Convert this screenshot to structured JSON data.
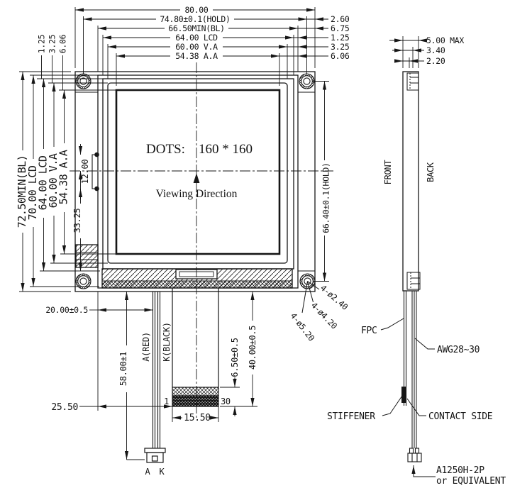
{
  "meta": {
    "colors": {
      "ink": "#161616",
      "paper": "#ffffff"
    }
  },
  "front": {
    "top_dims": [
      "80.00",
      "74.80±0.1(HOLD)",
      "66.50MIN(BL)",
      "64.00 LCD",
      "60.00 V.A",
      "54.38 A.A"
    ],
    "right_stubs": [
      "2.60",
      "6.75",
      "1.25",
      "3.25",
      "6.06"
    ],
    "left_dims": [
      "72.50MIN(BL)",
      "70.00 LCD",
      "64.00 LCD",
      "60.00 V.A",
      "54.38 A.A"
    ],
    "left_stubs": [
      "1.25",
      "3.25",
      "6.06"
    ],
    "tab_pitch": "12.00",
    "center_offset": "33.25",
    "right_dim": "66.40±0.1(HOLD)",
    "hole_callouts": [
      "4-ø2.40",
      "4-ø4.20",
      "4-ø5.20"
    ],
    "dots": "DOTS:  160 * 160",
    "viewing": "Viewing Direction",
    "leads": {
      "offset": "20.00±0.5",
      "length": "58.00±1",
      "left_margin": "25.50",
      "label_a": "A(RED)",
      "label_k": "K(BLACK)",
      "pin_a": "A",
      "pin_k": "K"
    },
    "fpc": {
      "width": "15.50",
      "contact_len": "6.50±0.5",
      "length": "40.00±0.5",
      "pin_first": "1",
      "pin_last": "30"
    }
  },
  "side": {
    "dims": [
      "5.00 MAX",
      "3.40",
      "2.20"
    ],
    "front_face": "FRONT",
    "back_face": "BACK",
    "fpc_label": "FPC",
    "wire_gauge": "AWG28~30",
    "stiffener_label": "STIFFENER",
    "contact_side_label": "CONTACT SIDE",
    "connector_part": "A1250H-2P",
    "connector_alt": "or EQUIVALENT"
  }
}
